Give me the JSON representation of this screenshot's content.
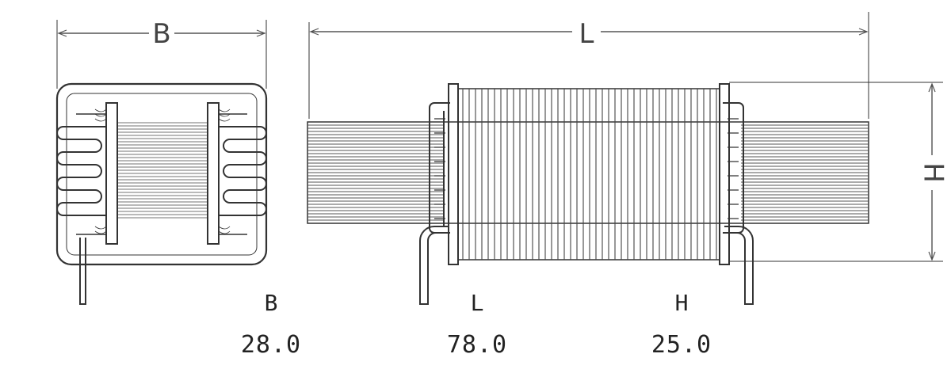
{
  "dimensions": {
    "B": {
      "label": "B",
      "value": "28.0"
    },
    "L": {
      "label": "L",
      "value": "78.0"
    },
    "H": {
      "label": "H",
      "value": "25.0"
    }
  },
  "diagram_letters": {
    "b": "B",
    "l": "L",
    "h": "H"
  }
}
